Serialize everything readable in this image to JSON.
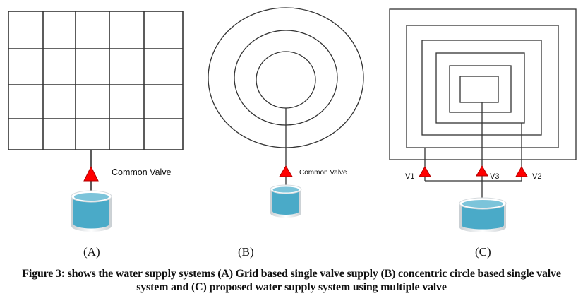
{
  "panels": {
    "a": {
      "sublabel": "(A)",
      "valve_label": "Common Valve",
      "layout": "grid",
      "grid_rows": 4,
      "grid_cols": 5
    },
    "b": {
      "sublabel": "(B)",
      "valve_label": "Common Valve",
      "layout": "concentric-circles",
      "rings": 3
    },
    "c": {
      "sublabel": "(C)",
      "layout": "concentric-rectangles",
      "rings": 6,
      "valves": [
        {
          "label": "V1"
        },
        {
          "label": "V3"
        },
        {
          "label": "V2"
        }
      ]
    }
  },
  "caption": {
    "line1": "Figure 3: shows the water supply systems (A) Grid based single valve supply (B) concentric circle based single valve",
    "line2": "system and (C) proposed water supply system using multiple valve"
  },
  "colors": {
    "valve": "#ff0000",
    "tank_water": "#4aaac8",
    "tank_top": "#7cc4da",
    "line": "#333333"
  }
}
